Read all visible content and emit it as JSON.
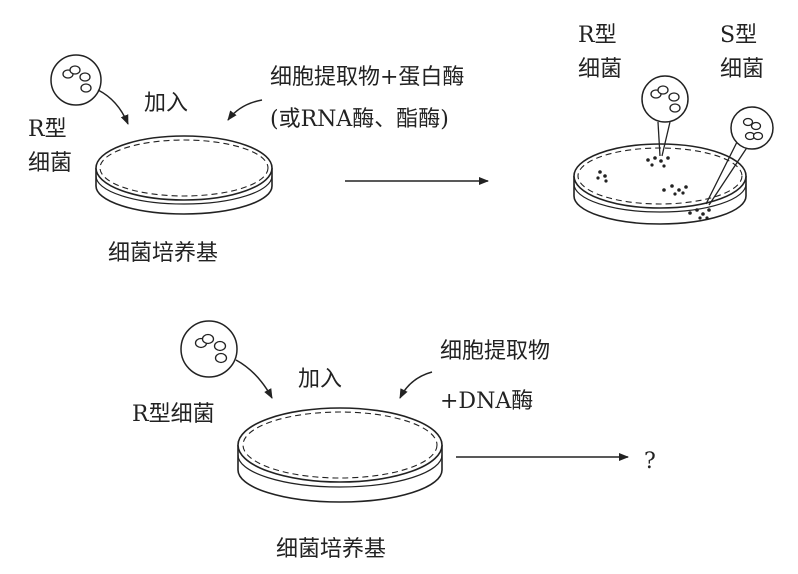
{
  "top": {
    "r_bacteria_label_line1": "R型",
    "r_bacteria_label_line2": "细菌",
    "add_label": "加入",
    "extract_line1": "细胞提取物+蛋白酶",
    "extract_line2": "(或RNA酶、酯酶)",
    "medium_label": "细菌培养基",
    "result_r_line1": "R型",
    "result_r_line2": "细菌",
    "result_s_line1": "S型",
    "result_s_line2": "细菌"
  },
  "bottom": {
    "r_bacteria_label": "R型细菌",
    "add_label": "加入",
    "extract_line1": "细胞提取物",
    "extract_line2": "+DNA酶",
    "medium_label": "细菌培养基",
    "result": "?"
  }
}
